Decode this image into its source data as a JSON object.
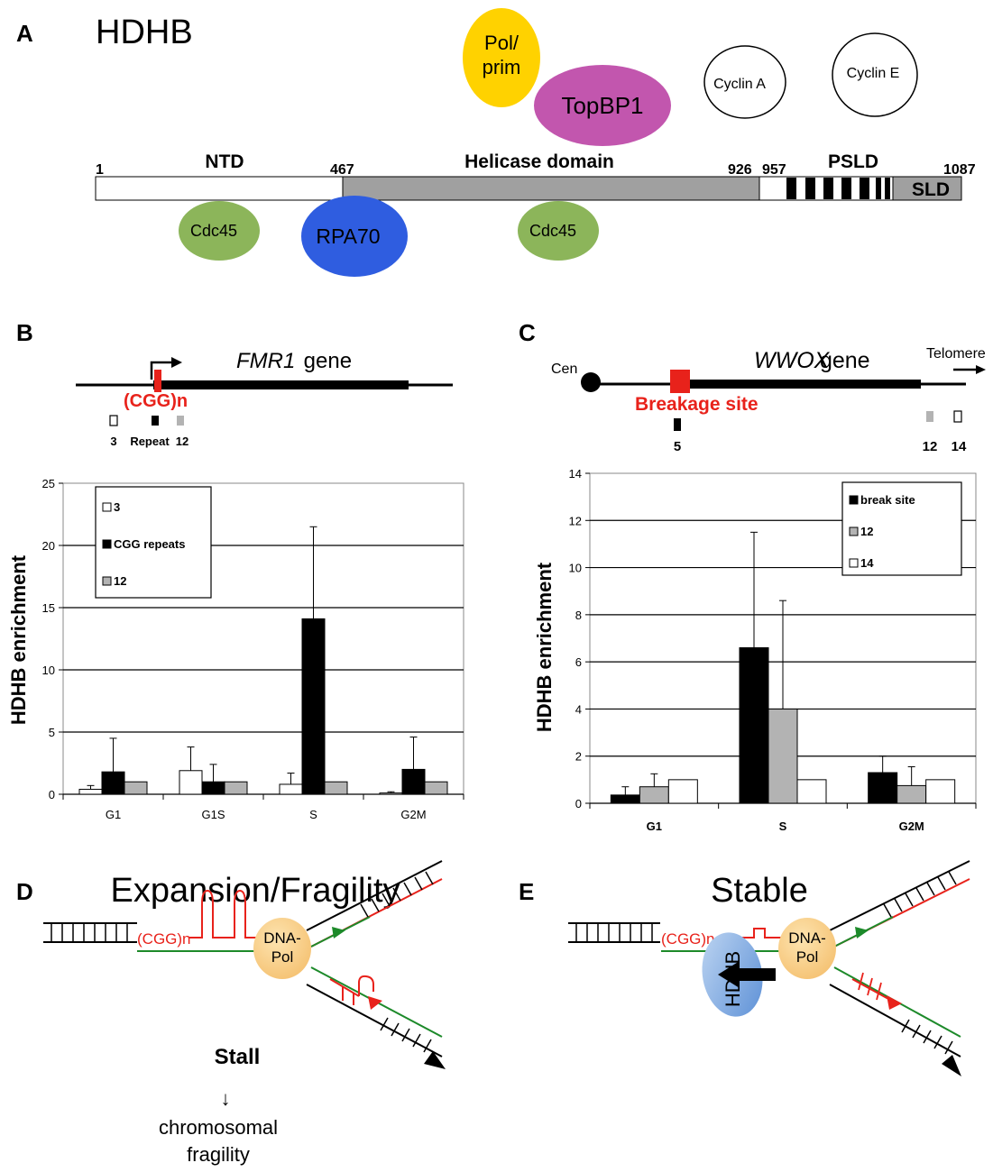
{
  "panels": {
    "a": "A",
    "b": "B",
    "c": "C",
    "d": "D",
    "e": "E"
  },
  "panel_a": {
    "title": "HDHB",
    "domains": {
      "ntd": "NTD",
      "helicase": "Helicase domain",
      "psld": "PSLD",
      "sld": "SLD"
    },
    "positions": {
      "p1": "1",
      "p467": "467",
      "p926": "926",
      "p957": "957",
      "p1087": "1087"
    },
    "partners": {
      "pol_prim_line1": "Pol/",
      "pol_prim_line2": "prim",
      "topbp1": "TopBP1",
      "cyclin_a": "Cyclin A",
      "cyclin_e": "Cyclin E",
      "cdc45_left": "Cdc45",
      "rpa70": "RPA70",
      "cdc45_right": "Cdc45"
    },
    "colors": {
      "pol_prim": "#FFD200",
      "topbp1": "#C256AE",
      "cdc45": "#8CB55A",
      "rpa70": "#2F5DE0",
      "helicase": "#A0A0A0"
    }
  },
  "panel_b": {
    "gene_name": "FMR1",
    "gene_suffix": " gene",
    "repeat_label": "(CGG)n",
    "probe_labels": {
      "p3": "3",
      "repeat": "Repeat",
      "p12": "12"
    },
    "ylabel": "HDHB enrichment",
    "legend": [
      "3",
      "CGG repeats",
      "12"
    ]
  },
  "panel_c": {
    "cen": "Cen",
    "gene_name": "WWOX",
    "gene_suffix": " gene",
    "telomere": "Telomere",
    "breakage_label": "Breakage site",
    "probe_labels": {
      "p5": "5",
      "p12": "12",
      "p14": "14"
    },
    "ylabel": "HDHB enrichment",
    "legend": [
      "break site",
      "12",
      "14"
    ]
  },
  "panel_d": {
    "title": "Expansion/Fragility",
    "repeat_label": "(CGG)n",
    "pol_line1": "DNA-",
    "pol_line2": "Pol",
    "stall": "Stall",
    "arrow": "↓",
    "outcome_line1": "chromosomal",
    "outcome_line2": "fragility"
  },
  "panel_e": {
    "title": "Stable",
    "repeat_label": "(CGG)n",
    "hdhb": "HDHB",
    "pol_line1": "DNA-",
    "pol_line2": "Pol"
  },
  "chart_data": [
    {
      "type": "bar",
      "categories": [
        "G1",
        "G1S",
        "S",
        "G2M"
      ],
      "series": [
        {
          "name": "3",
          "values": [
            0.4,
            1.9,
            0.8,
            0.1
          ],
          "errors": [
            0.3,
            1.9,
            0.9,
            0.1
          ],
          "color": "#ffffff"
        },
        {
          "name": "CGG repeats",
          "values": [
            1.8,
            1.0,
            14.1,
            2.0
          ],
          "errors": [
            2.7,
            1.4,
            7.4,
            2.6
          ],
          "color": "#000000"
        },
        {
          "name": "12",
          "values": [
            1.0,
            1.0,
            1.0,
            1.0
          ],
          "errors": [
            0,
            0,
            0,
            0
          ],
          "color": "#b3b3b3"
        }
      ],
      "ylabel": "HDHB enrichment",
      "ylim": [
        0,
        25
      ],
      "yticks": [
        0,
        5,
        10,
        15,
        20,
        25
      ],
      "grid": true,
      "legend_position": "top-left"
    },
    {
      "type": "bar",
      "categories": [
        "G1",
        "S",
        "G2M"
      ],
      "series": [
        {
          "name": "break site",
          "values": [
            0.35,
            6.6,
            1.3
          ],
          "errors": [
            0.35,
            4.9,
            0.7
          ],
          "color": "#000000"
        },
        {
          "name": "12",
          "values": [
            0.7,
            4.0,
            0.75
          ],
          "errors": [
            0.55,
            4.6,
            0.8
          ],
          "color": "#b3b3b3"
        },
        {
          "name": "14",
          "values": [
            1.0,
            1.0,
            1.0
          ],
          "errors": [
            0,
            0,
            0
          ],
          "color": "#ffffff"
        }
      ],
      "ylabel": "HDHB enrichment",
      "ylim": [
        0,
        14
      ],
      "yticks": [
        0,
        2,
        4,
        6,
        8,
        10,
        12,
        14
      ],
      "grid": true,
      "legend_position": "top-right"
    }
  ]
}
